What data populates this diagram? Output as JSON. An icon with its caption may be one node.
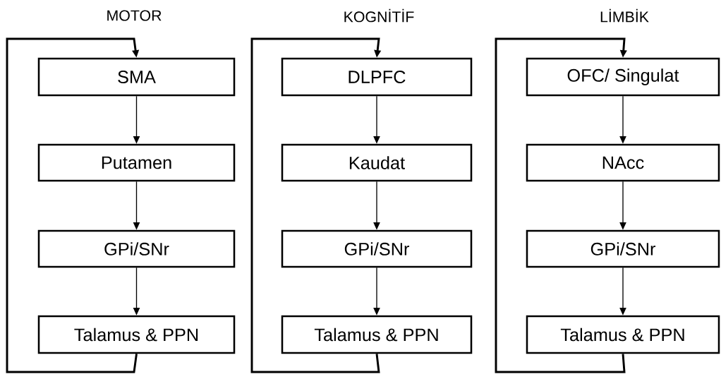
{
  "diagram": {
    "nodes": [
      {
        "text": [
          "SMA"
        ]
      },
      {
        "text": [
          "Putamen"
        ]
      },
      {
        "text": [
          "GPi/SNr"
        ]
      },
      {
        "text": [
          "Talamus & PPN"
        ]
      },
      {
        "text": [
          "DLPFC"
        ]
      },
      {
        "text": [
          "Kaudat"
        ]
      },
      {
        "text": [
          "GPi/SNr"
        ]
      },
      {
        "text": [
          "Talamus & PPN"
        ]
      },
      {
        "text": [
          "OFC/ Singulat"
        ]
      },
      {
        "text": [
          "NAcc"
        ]
      },
      {
        "text": [
          "GPi/SNr"
        ]
      },
      {
        "text": [
          "Talamus & PPN"
        ]
      }
    ],
    "edges": [
      {
        "from": 0,
        "to": 1,
        "arrow": "to"
      },
      {
        "from": 1,
        "to": 2,
        "arrow": "to"
      },
      {
        "from": 2,
        "to": 3,
        "arrow": "to"
      },
      {
        "from": 3,
        "to": 0,
        "arrow": "to",
        "style": "thick"
      },
      {
        "from": 4,
        "to": 5,
        "arrow": "to"
      },
      {
        "from": 5,
        "to": 6,
        "arrow": "to"
      },
      {
        "from": 6,
        "to": 7,
        "arrow": "to"
      },
      {
        "from": 7,
        "to": 4,
        "arrow": "to",
        "style": "thick"
      },
      {
        "from": 8,
        "to": 9,
        "arrow": "to"
      },
      {
        "from": 9,
        "to": 10,
        "arrow": "to"
      },
      {
        "from": 10,
        "to": 11,
        "arrow": "to"
      },
      {
        "from": 11,
        "to": 8,
        "arrow": "to",
        "style": "thick"
      }
    ],
    "labels": [
      "MOTOR",
      "KOGNİTİF",
      "LİMBİK"
    ]
  }
}
